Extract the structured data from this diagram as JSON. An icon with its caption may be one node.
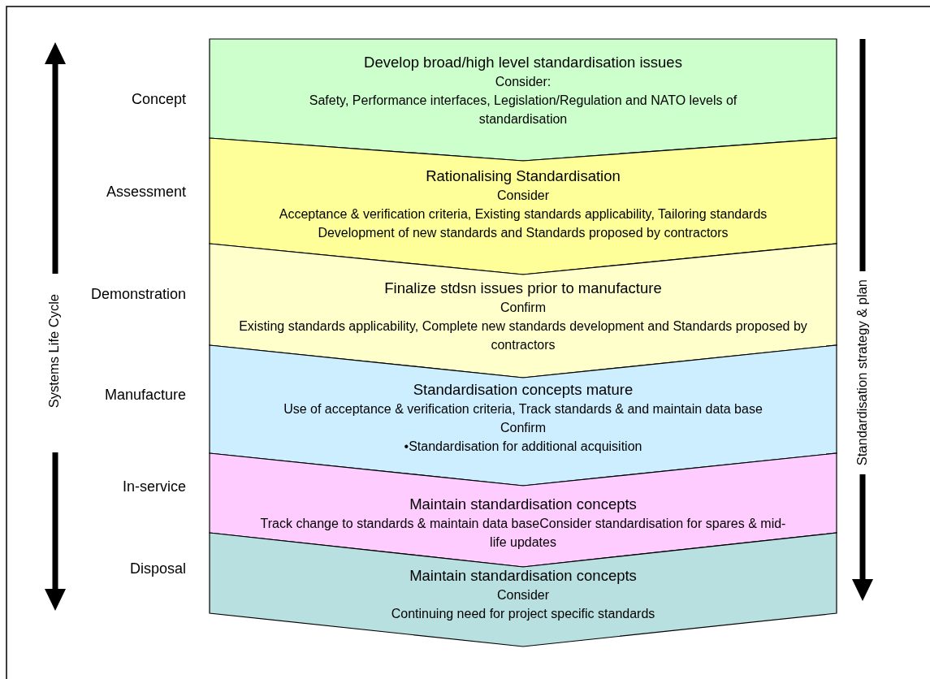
{
  "diagram": {
    "nodes": [
      {
        "text": [
          "Develop broad/high level standardisation issues",
          "Consider:",
          "Safety, Performance interfaces, Legislation/Regulation  and NATO levels of standardisation"
        ],
        "beside": [
          "Concept"
        ]
      },
      {
        "text": [
          "Rationalising Standardisation",
          "Consider",
          "Acceptance & verification criteria, Existing standards applicability, Tailoring standards",
          "Development of new standards and Standards proposed by contractors"
        ],
        "beside": [
          "Assessment"
        ]
      },
      {
        "text": [
          "Finalize stdsn issues prior to manufacture",
          "Confirm",
          "Existing standards applicability, Complete new standards development and Standards proposed by contractors"
        ],
        "beside": [
          "Demonstration"
        ]
      },
      {
        "text": [
          "Standardisation concepts mature",
          "Use of acceptance & verification criteria, Track standards & and maintain data base",
          "Confirm",
          "•Standardisation for additional acquisition"
        ],
        "beside": [
          "Manufacture"
        ]
      },
      {
        "text": [
          "Maintain standardisation concepts",
          "Track change to standards & maintain data baseConsider standardisation for spares & mid-life updates"
        ],
        "beside": [
          "In-service"
        ]
      },
      {
        "text": [
          "Maintain standardisation concepts",
          "Consider",
          "Continuing need for project specific standards"
        ],
        "beside": [
          "Disposal"
        ]
      }
    ],
    "labels": [
      "Systems Life Cycle",
      "Standardisation strategy & plan"
    ]
  }
}
